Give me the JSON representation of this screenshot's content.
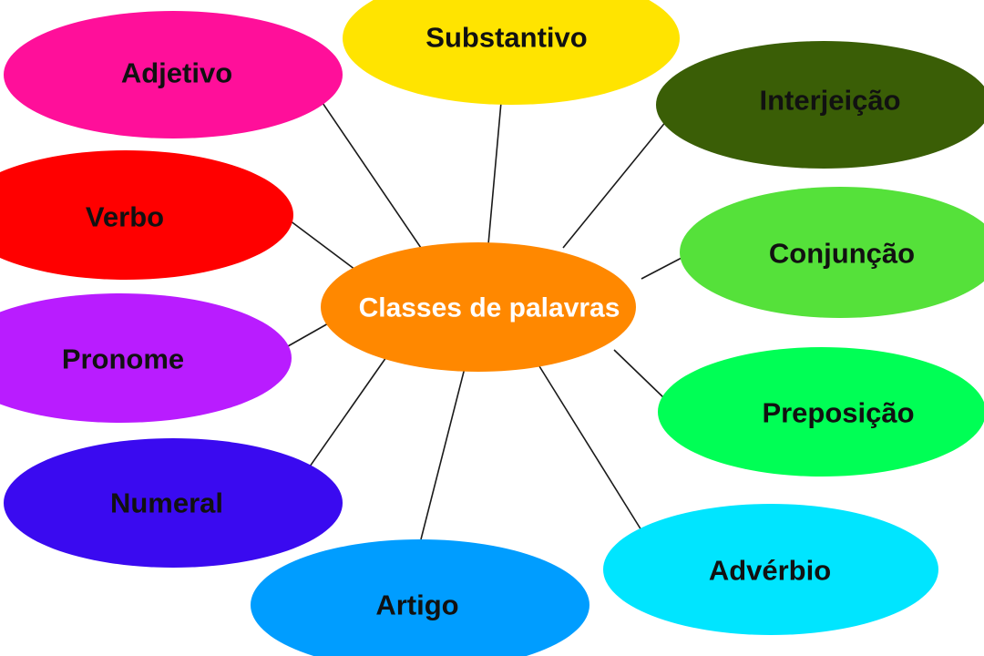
{
  "center": {
    "label": "Classes de palavras",
    "color": "#FF8800",
    "text_color": "#FFFFFF"
  },
  "nodes": [
    {
      "id": "substantivo",
      "label": "Substantivo",
      "color": "#FFE400",
      "text_color": "#111111"
    },
    {
      "id": "adjetivo",
      "label": "Adjetivo",
      "color": "#FF0F9A",
      "text_color": "#111111"
    },
    {
      "id": "interjeicao",
      "label": "Interjeição",
      "color": "#3A5E06",
      "text_color": "#111111"
    },
    {
      "id": "verbo",
      "label": "Verbo",
      "color": "#FF0000",
      "text_color": "#111111"
    },
    {
      "id": "conjuncao",
      "label": "Conjunção",
      "color": "#55E13A",
      "text_color": "#111111"
    },
    {
      "id": "pronome",
      "label": "Pronome",
      "color": "#B91CFF",
      "text_color": "#111111"
    },
    {
      "id": "preposicao",
      "label": "Preposição",
      "color": "#00FF55",
      "text_color": "#111111"
    },
    {
      "id": "numeral",
      "label": "Numeral",
      "color": "#3A0AF0",
      "text_color": "#111111"
    },
    {
      "id": "adverbio",
      "label": "Advérbio",
      "color": "#00E5FF",
      "text_color": "#111111"
    },
    {
      "id": "artigo",
      "label": "Artigo",
      "color": "#009DFF",
      "text_color": "#111111"
    }
  ],
  "connector_color": "#1A1A1A"
}
